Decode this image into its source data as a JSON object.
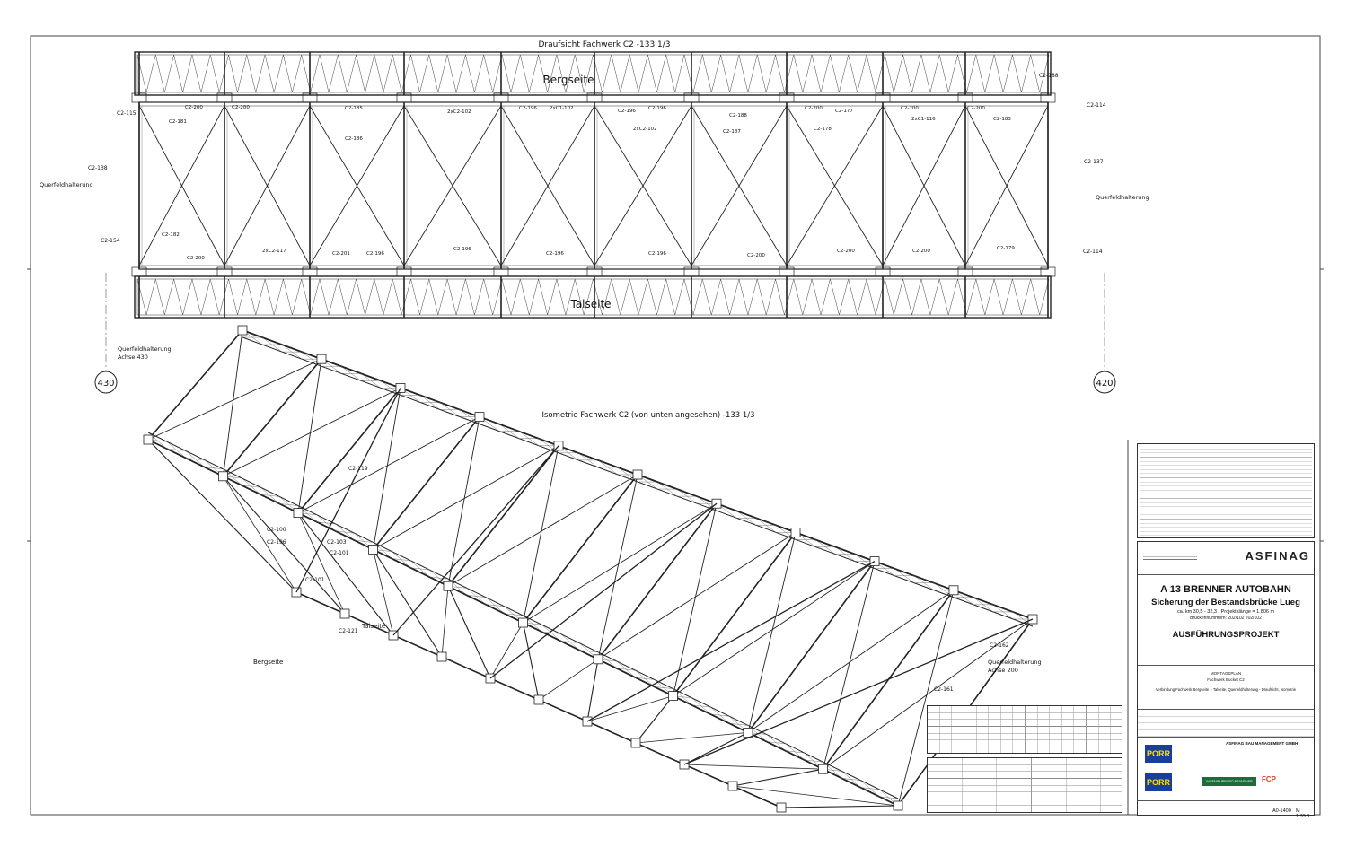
{
  "top_view": {
    "title": "Draufsicht Fachwerk C2 -133 1/3",
    "label_top": "Bergseite",
    "label_bottom": "Talseite",
    "side_labels": [
      "Querfeldhalterung",
      "Querfeldhalterung"
    ],
    "member_labels_top": [
      "C2-200",
      "C2-200",
      "C2-185",
      "2xC2-102",
      "C2-196",
      "2xC1-102",
      "C2-196",
      "C2-196",
      "C2-188",
      "C2-200",
      "C2-177",
      "C2-200",
      "C2-200",
      "C2-181",
      "C2-186",
      "2xC2-102",
      "C2-187",
      "C2-178",
      "2xC1-116",
      "C2-183"
    ],
    "member_labels_bottom": [
      "C2-200",
      "2xC2-117",
      "C2-201",
      "C2-196",
      "C2-196",
      "C2-196",
      "C2-196",
      "C2-200",
      "C2-200",
      "C2-200",
      "C2-179",
      "C2-182"
    ],
    "edge_labels": [
      "C2-115",
      "C2-138",
      "C2-154",
      "C2-188",
      "C2-114",
      "C2-137",
      "C2-114"
    ]
  },
  "iso_view": {
    "title": "Isometrie Fachwerk C2 (von unten angesehen) -133 1/3",
    "label_querfeld_left": "Querfeldhalterung",
    "label_achse_left": "Achse 430",
    "label_querfeld_right": "Querfeldhalterung",
    "label_achse_right": "Achse 200",
    "axis_left": "430",
    "axis_right": "420",
    "labels": [
      "C2-119",
      "C2-100",
      "C2-196",
      "C2-103",
      "C2-101",
      "C2-101",
      "C2-121",
      "Talseite",
      "Bergseite",
      "C2-162",
      "C2-161"
    ]
  },
  "title_block": {
    "owner_brand": "ASFINAG",
    "project_line1": "A 13 BRENNER AUTOBAHN",
    "project_line2": "Sicherung der Bestandsbrücke Lueg",
    "project_line3": "ca. km 30,5 - 32,3",
    "project_line3b": "Projektslänge = 1.806 m",
    "project_line4": "Brückennummern: 202/102 202/102",
    "phase": "AUSFÜHRUNGSPROJEKT",
    "plan_type": "MONTAGEPLAN",
    "plan_name": "Fachwerk Bucket C2",
    "plan_desc": "Verbindung Fachwerk Bergseite + Talseite, Querfeldhalterung - Draufsicht, Isometrie",
    "client": "ASFINAG BAU MANAGEMENT GMBH",
    "contractor1": "PORR",
    "contractor2": "PORR",
    "engineer": "INGENIEURBÜRO BRANDNER",
    "engineer2": "FCP",
    "plan_no": "A0-1400",
    "scale": "M 1:33.3"
  }
}
